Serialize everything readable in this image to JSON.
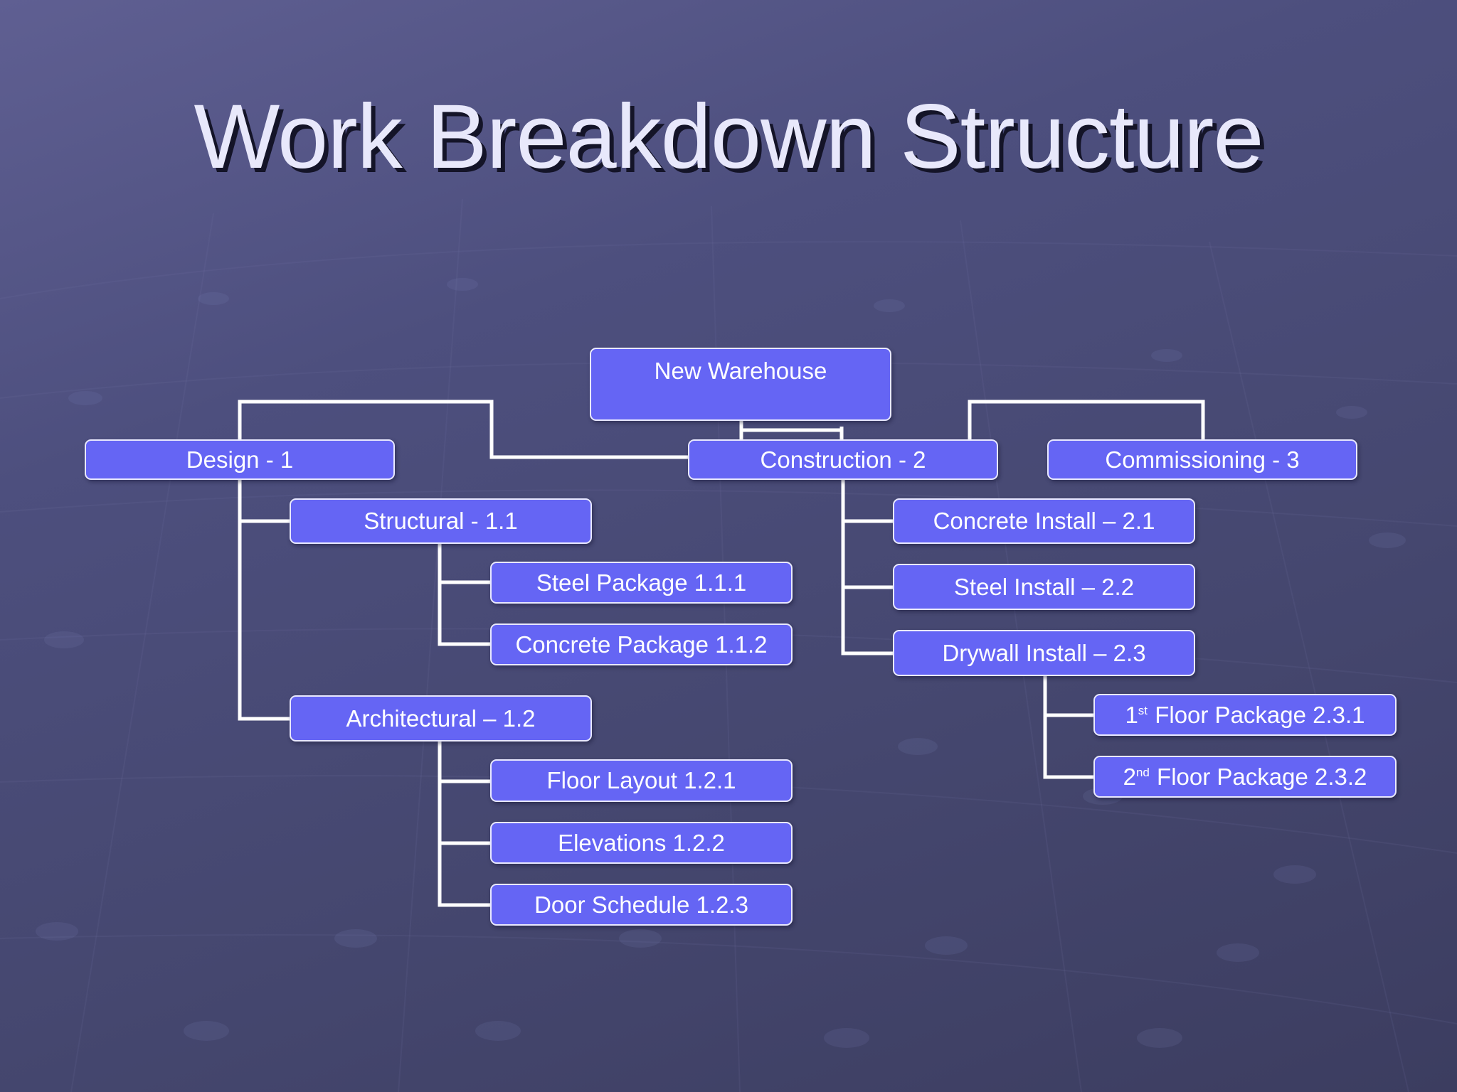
{
  "title": "Work Breakdown Structure",
  "colors": {
    "node_fill": "#6565f4",
    "node_border": "#e9e9ff",
    "connector": "#ffffff",
    "title_text": "#e8e8fb"
  },
  "diagram": {
    "root": {
      "label": "New Warehouse"
    },
    "design": {
      "label": "Design - 1",
      "structural": {
        "label": "Structural - 1.1",
        "children": [
          "Steel Package 1.1.1",
          "Concrete Package 1.1.2"
        ]
      },
      "architectural": {
        "label": "Architectural – 1.2",
        "children": [
          "Floor Layout 1.2.1",
          "Elevations 1.2.2",
          "Door Schedule 1.2.3"
        ]
      }
    },
    "construction": {
      "label": "Construction - 2",
      "children": [
        "Concrete Install – 2.1",
        "Steel Install – 2.2",
        "Drywall Install – 2.3"
      ],
      "drywall_children": [
        {
          "prefix": "1",
          "sup": "st",
          "rest": " Floor Package 2.3.1"
        },
        {
          "prefix": "2",
          "sup": "nd",
          "rest": " Floor Package 2.3.2"
        }
      ]
    },
    "commissioning": {
      "label": "Commissioning - 3"
    }
  }
}
